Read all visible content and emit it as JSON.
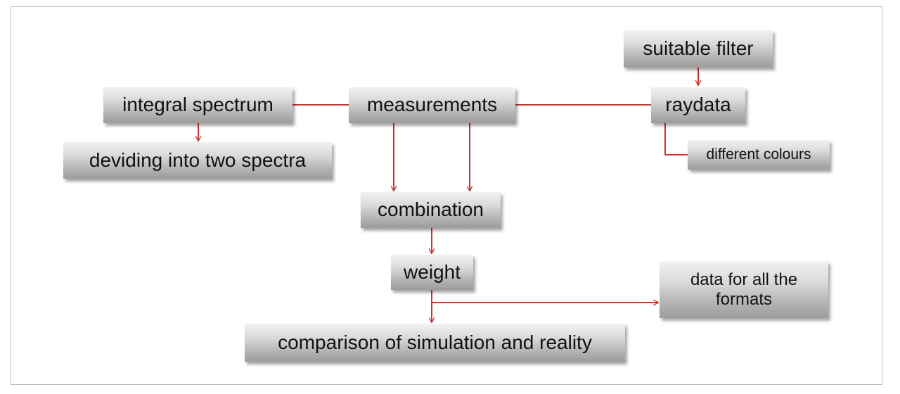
{
  "diagram": {
    "nodes": {
      "suitable_filter": "suitable filter",
      "integral_spectrum": "integral spectrum",
      "measurements": "measurements",
      "raydata": "raydata",
      "deviding": "deviding into two spectra",
      "different_colours": "different colours",
      "combination": "combination",
      "weight": "weight",
      "data_formats": "data for all the formats",
      "comparison": "comparison of simulation and reality"
    },
    "connector_color": "#d0312d"
  }
}
